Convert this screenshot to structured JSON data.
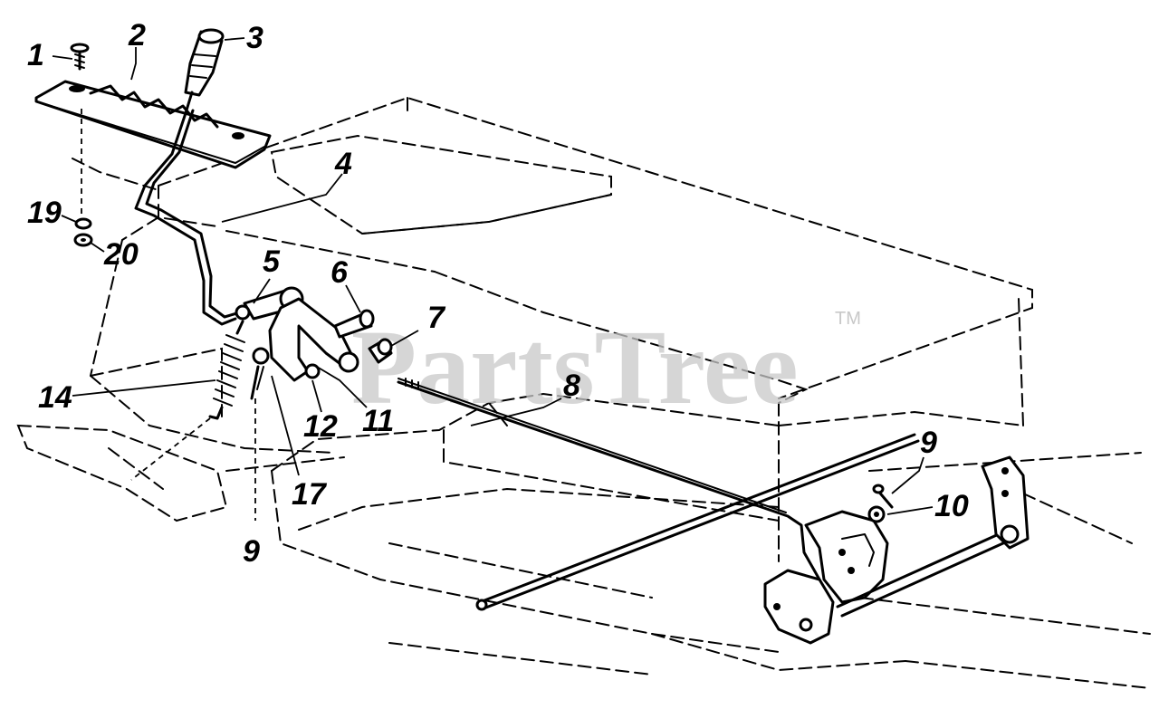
{
  "diagram": {
    "watermark": "PartsTree",
    "trademark": "TM",
    "callouts": [
      {
        "id": "c1",
        "label": "1"
      },
      {
        "id": "c2",
        "label": "2"
      },
      {
        "id": "c3",
        "label": "3"
      },
      {
        "id": "c4",
        "label": "4"
      },
      {
        "id": "c5",
        "label": "5"
      },
      {
        "id": "c6",
        "label": "6"
      },
      {
        "id": "c7",
        "label": "7"
      },
      {
        "id": "c8",
        "label": "8"
      },
      {
        "id": "c9a",
        "label": "9"
      },
      {
        "id": "c9b",
        "label": "9"
      },
      {
        "id": "c10",
        "label": "10"
      },
      {
        "id": "c11",
        "label": "11"
      },
      {
        "id": "c12",
        "label": "12"
      },
      {
        "id": "c14",
        "label": "14"
      },
      {
        "id": "c17",
        "label": "17"
      },
      {
        "id": "c19",
        "label": "19"
      },
      {
        "id": "c20",
        "label": "20"
      }
    ],
    "colors": {
      "line": "#000000",
      "background": "#ffffff",
      "watermark": "#c8c8c8"
    }
  }
}
